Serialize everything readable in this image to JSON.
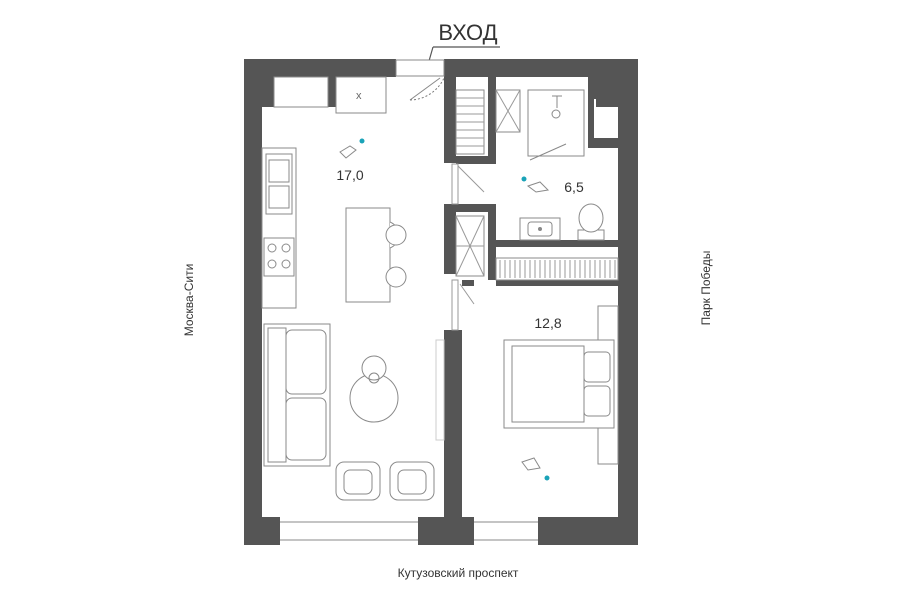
{
  "entrance_label": "ВХОД",
  "rooms": {
    "living_kitchen_area": "17,0",
    "bathroom_area": "6,5",
    "bedroom_area": "12,8"
  },
  "orientation": {
    "west": "Москва-Сити",
    "east": "Парк Победы",
    "south": "Кутузовский проспект"
  },
  "colors": {
    "wall": "#555555",
    "furniture_stroke": "#8a8a8a",
    "marker": "#1aa3b8"
  },
  "icons": [
    "entrance-arrow-icon",
    "camera-viewpoint-icon",
    "toilet-icon",
    "sink-icon",
    "shower-icon",
    "stove-icon",
    "bed-icon",
    "sofa-icon",
    "armchair-icon",
    "round-table-icon"
  ]
}
